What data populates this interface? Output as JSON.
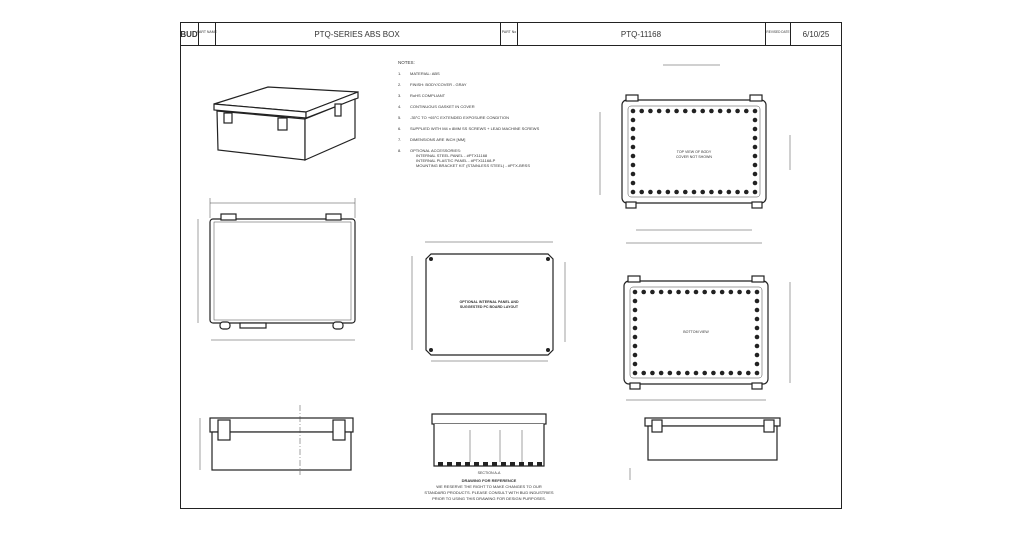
{
  "title_block": {
    "logo": "BUD",
    "part_name_label": "PART NAME",
    "part_name": "PTQ-SERIES ABS BOX",
    "part_no_label": "PART No",
    "part_no": "PTQ-11168",
    "date_label": "REVISED DATE",
    "date": "6/10/25"
  },
  "notes": {
    "heading": "NOTES:",
    "items": [
      {
        "num": "1.",
        "text": "MATERIAL: ABS"
      },
      {
        "num": "2.",
        "text": "FINISH: BODY/COVER - GRAY"
      },
      {
        "num": "3.",
        "text": "RoHS COMPLIANT"
      },
      {
        "num": "4.",
        "text": "CONTINUOUS GASKET IN COVER"
      },
      {
        "num": "5.",
        "text": "-35°C TO +65°C EXTENDED EXPOSURE CONDITION"
      },
      {
        "num": "6.",
        "text": "SUPPLIED WITH M4 x 8MM SS SCREWS + LEAD MACHINE SCREWS"
      },
      {
        "num": "7.",
        "text": "DIMENSIONS ARE INCH [MM]"
      },
      {
        "num": "8.",
        "text": "OPTIONAL ACCESSORIES:"
      }
    ],
    "accessories": [
      "INTERNAL STEEL PANEL - #PTX11168",
      "INTERNAL PLASTIC PANEL - #PTX11168-P",
      "MOUNTING BRACKET KIT (STAINLESS STEEL) - #PTX-BRSS"
    ]
  },
  "views": {
    "top_body": "TOP VIEW OF BODY",
    "top_body_sub": "COVER NOT SHOWN",
    "bottom": "BOTTOM VIEW",
    "panel_1": "OPTIONAL INTERNAL PANEL AND",
    "panel_2": "SUGGESTED PC BOARD LAYOUT",
    "section": "SECTION A-A"
  },
  "disclaimer": [
    "DRAWING FOR REFERENCE",
    "WE RESERVE THE RIGHT TO MAKE CHANGES TO OUR",
    "STANDARD PRODUCTS. PLEASE CONSULT WITH BUD INDUSTRIES",
    "PRIOR TO USING THIS DRAWING FOR DESIGN PURPOSES."
  ]
}
